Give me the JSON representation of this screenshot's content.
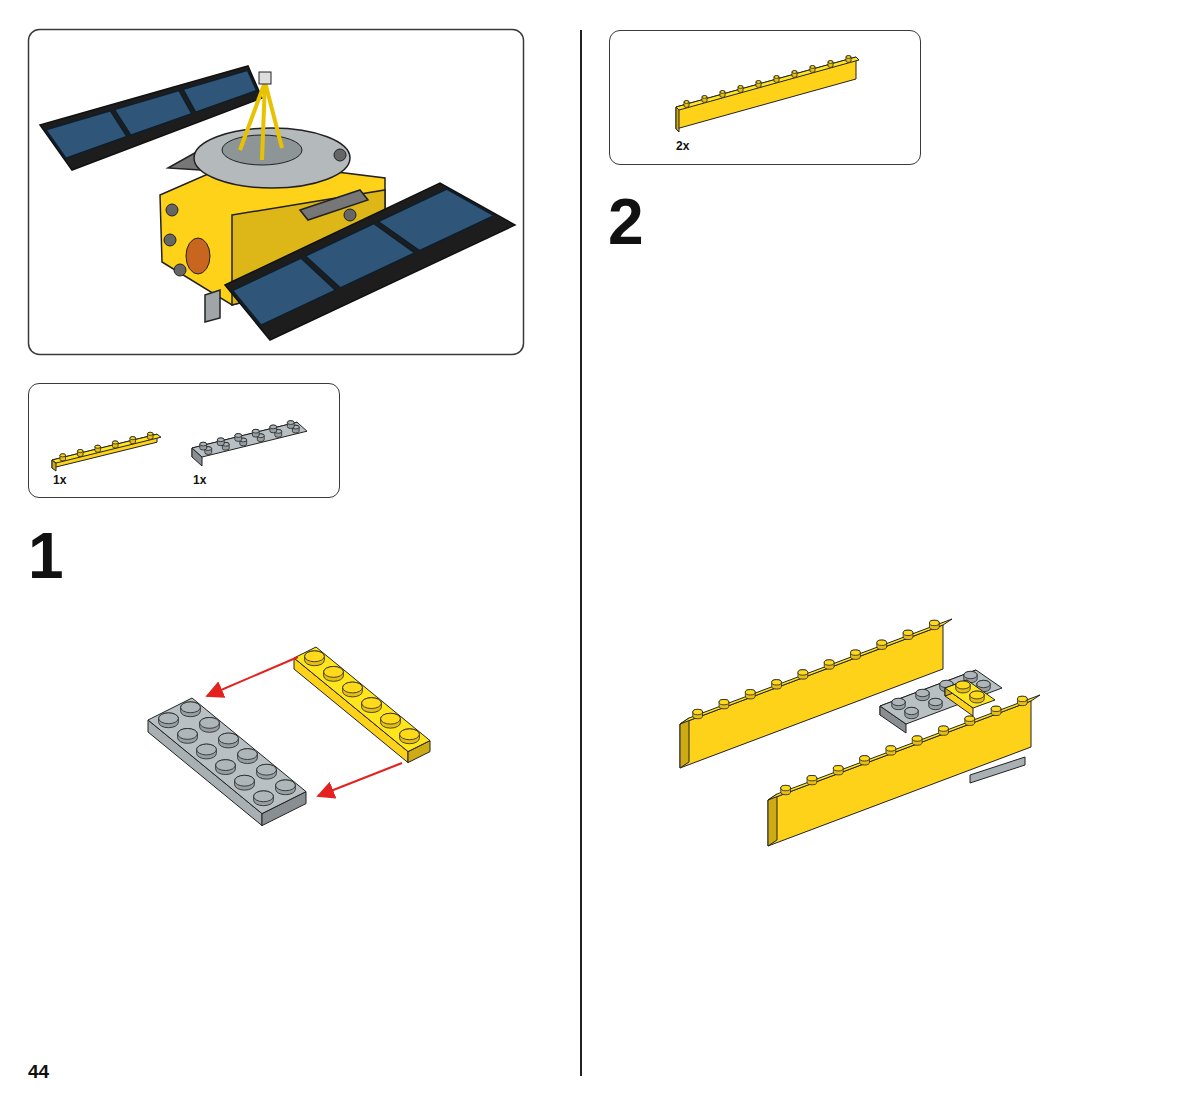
{
  "diagram": {
    "nodes": [
      {
        "text": [
          "1x",
          "1x"
        ]
      },
      {
        "text": [
          "2x"
        ]
      }
    ],
    "labels": [
      "1",
      "2",
      "44"
    ]
  }
}
